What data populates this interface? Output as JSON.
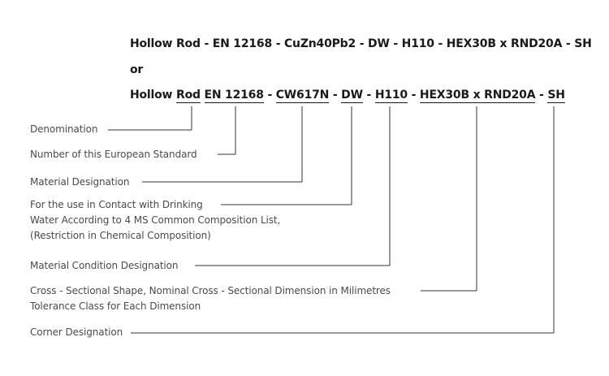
{
  "line1": {
    "parts": [
      "Hollow Rod",
      "EN 12168",
      "CuZn40Pb2",
      "DW",
      "H110",
      "HEX30B x RND20A",
      "SH"
    ],
    "separator": " - "
  },
  "or_text": "or",
  "line2": {
    "parts": [
      "Hollow",
      "Rod",
      "EN 12168",
      "CW617N",
      "DW",
      "H110",
      "HEX30B x RND20A",
      "SH"
    ]
  },
  "labels": {
    "denomination": "Denomination",
    "standard_number": "Number of this European Standard",
    "material_designation": "Material Designation",
    "drinking_water_1": "For the use in Contact with Drinking",
    "drinking_water_2": "Water According to 4 MS Common Composition List,",
    "drinking_water_3": "(Restriction in Chemical Composition)",
    "material_condition": "Material Condition Designation",
    "cross_section_1": "Cross - Sectional Shape, Nominal Cross - Sectional Dimension in Milimetres",
    "cross_section_2": "Tolerance Class for Each Dimension",
    "corner": "Corner Designation"
  },
  "colors": {
    "code_text": "#1a1a1a",
    "label_text": "#4a4a4a",
    "leader_line": "#333333"
  }
}
